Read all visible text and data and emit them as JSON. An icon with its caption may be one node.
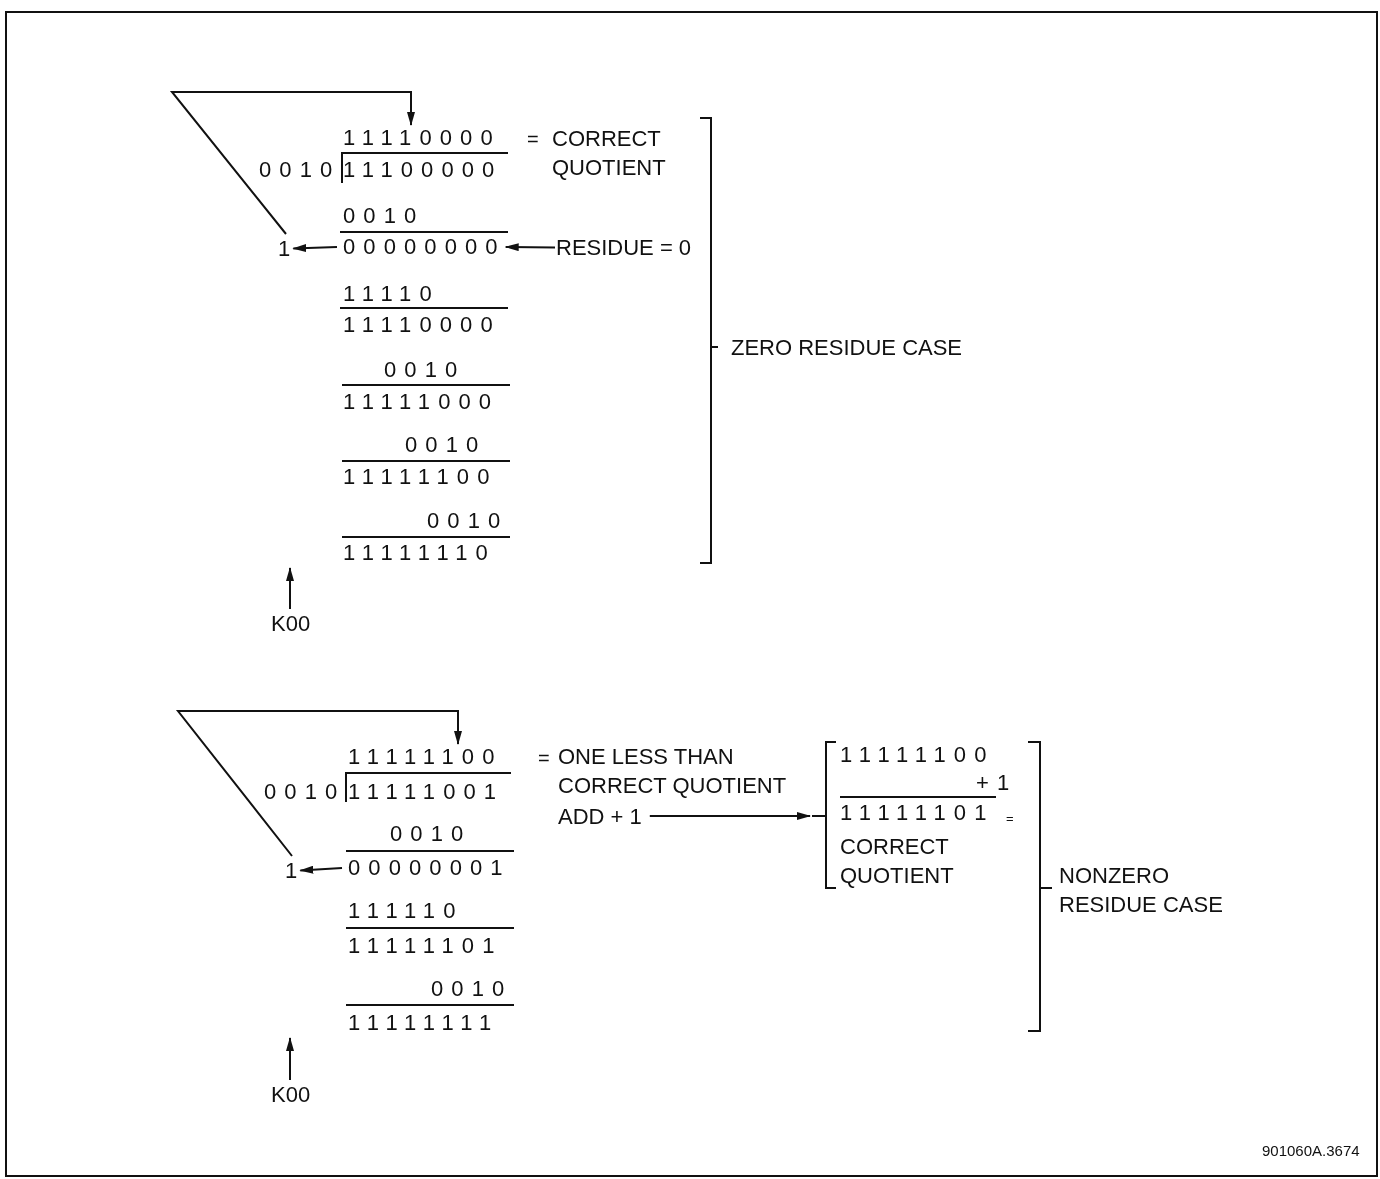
{
  "diagram": {
    "nodes": [
      {
        "text": [
          "1"
        ]
      },
      {
        "text": [
          "11110000"
        ]
      },
      {
        "text": [
          "00000000"
        ]
      },
      {
        "text": [
          "RESIDUE = 0"
        ]
      },
      {
        "text": [
          "K00"
        ]
      },
      {
        "text": [
          "1"
        ]
      },
      {
        "text": [
          "11111100"
        ]
      },
      {
        "text": [
          "00000001"
        ]
      },
      {
        "text": [
          "ADD + 1"
        ]
      },
      {
        "text": [
          "11111100",
          "+1",
          "11111101",
          "=",
          "CORRECT QUOTIENT"
        ]
      },
      {
        "text": [
          "K00"
        ]
      }
    ],
    "edges": [
      {
        "from": 0,
        "to": 1,
        "arrow": "to"
      },
      {
        "from": 2,
        "to": 0,
        "arrow": "to"
      },
      {
        "from": 3,
        "to": 2,
        "arrow": "to"
      },
      {
        "from": 4,
        "to": null,
        "arrow": "to"
      },
      {
        "from": 5,
        "to": 6,
        "arrow": "to"
      },
      {
        "from": 7,
        "to": 5,
        "arrow": "to"
      },
      {
        "from": 8,
        "to": 9,
        "arrow": "to"
      },
      {
        "from": 10,
        "to": null,
        "arrow": "to"
      }
    ],
    "labels": [
      "=",
      "CORRECT QUOTIENT",
      "0010",
      "11100000",
      "0010",
      "11110",
      "11110000",
      "0010",
      "11111000",
      "0010",
      "11111100",
      "0010",
      "11111110",
      "ZERO RESIDUE CASE",
      "=",
      "ONE LESS THAN CORRECT QUOTIENT",
      "0010",
      "11111001",
      "0010",
      "111110",
      "11111101",
      "0010",
      "11111111",
      "NONZERO RESIDUE CASE",
      "901060A.3674"
    ]
  }
}
